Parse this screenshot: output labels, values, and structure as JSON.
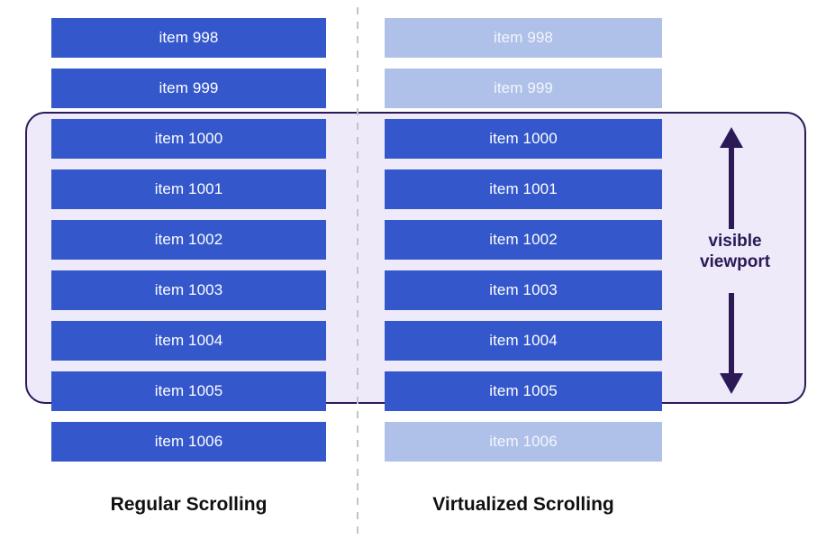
{
  "diagram": {
    "title_left": "Regular Scrolling",
    "title_right": "Virtualized Scrolling",
    "viewport_label_line1": "visible",
    "viewport_label_line2": "viewport",
    "colors": {
      "bar_solid": "#3458cc",
      "bar_faded": "#b0c1e9",
      "bar_solid_text": "#ffffff",
      "bar_faded_text": "#f2f5fd",
      "viewport_fill": "#eeeafa",
      "viewport_border": "#2b1a55",
      "arrow": "#2b1a55",
      "divider": "#c4c4c4",
      "caption_text": "#101010"
    }
  },
  "left_column": {
    "name": "Regular Scrolling",
    "items": [
      {
        "label": "item 998",
        "state": "rendered",
        "in_viewport": false
      },
      {
        "label": "item 999",
        "state": "rendered",
        "in_viewport": false
      },
      {
        "label": "item 1000",
        "state": "rendered",
        "in_viewport": true
      },
      {
        "label": "item 1001",
        "state": "rendered",
        "in_viewport": true
      },
      {
        "label": "item 1002",
        "state": "rendered",
        "in_viewport": true
      },
      {
        "label": "item 1003",
        "state": "rendered",
        "in_viewport": true
      },
      {
        "label": "item 1004",
        "state": "rendered",
        "in_viewport": true
      },
      {
        "label": "item 1005",
        "state": "rendered",
        "in_viewport": true
      },
      {
        "label": "item 1006",
        "state": "rendered",
        "in_viewport": false
      }
    ]
  },
  "right_column": {
    "name": "Virtualized Scrolling",
    "items": [
      {
        "label": "item 998",
        "state": "not-rendered",
        "in_viewport": false
      },
      {
        "label": "item 999",
        "state": "not-rendered",
        "in_viewport": false
      },
      {
        "label": "item 1000",
        "state": "rendered",
        "in_viewport": true
      },
      {
        "label": "item 1001",
        "state": "rendered",
        "in_viewport": true
      },
      {
        "label": "item 1002",
        "state": "rendered",
        "in_viewport": true
      },
      {
        "label": "item 1003",
        "state": "rendered",
        "in_viewport": true
      },
      {
        "label": "item 1004",
        "state": "rendered",
        "in_viewport": true
      },
      {
        "label": "item 1005",
        "state": "rendered",
        "in_viewport": true
      },
      {
        "label": "item 1006",
        "state": "not-rendered",
        "in_viewport": false
      }
    ]
  }
}
